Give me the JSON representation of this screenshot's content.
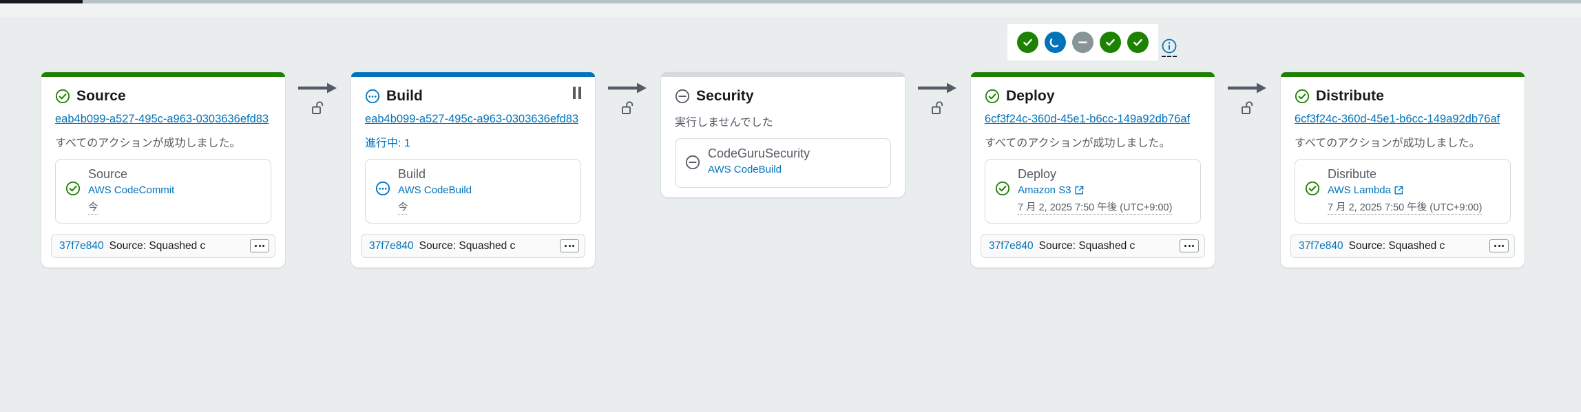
{
  "status_cluster": {
    "badges": [
      {
        "name": "stage-status-source",
        "state": "succeeded",
        "icon": "check-circle-icon",
        "color": "#1d8102"
      },
      {
        "name": "stage-status-build",
        "state": "in-progress",
        "icon": "in-progress-circle-icon",
        "color": "#0073bb"
      },
      {
        "name": "stage-status-security",
        "state": "not-run",
        "icon": "minus-circle-icon",
        "color": "#879596"
      },
      {
        "name": "stage-status-deploy",
        "state": "succeeded",
        "icon": "check-circle-icon",
        "color": "#1d8102"
      },
      {
        "name": "stage-status-distribute",
        "state": "succeeded",
        "icon": "check-circle-icon",
        "color": "#1d8102"
      }
    ],
    "info_icon": "info-circle-icon"
  },
  "colors": {
    "success": "#1d8102",
    "in_progress": "#0073bb",
    "not_run": "#879596",
    "link": "#0073bb",
    "text": "#16191f",
    "muted": "#545b64",
    "page_bg": "#e9edee",
    "card_bg": "#ffffff"
  },
  "stages": [
    {
      "id": "source",
      "title": "Source",
      "status": "succeeded",
      "top_bar_color": "#1d8102",
      "status_icon": "check-circle-icon",
      "execution_id": "eab4b099-a527-495c-a963-0303636efd83",
      "summary": "すべてのアクションが成功しました。",
      "summary_style": "muted",
      "action": {
        "name": "Source",
        "provider": "AWS CodeCommit",
        "status_icon": "check-circle-icon",
        "status": "succeeded",
        "time": "今",
        "external_link": false
      },
      "footer": {
        "commit_hash": "37f7e840",
        "commit_message": "Source: Squashed c",
        "more_label": "more-actions"
      },
      "has_pause": false
    },
    {
      "id": "build",
      "title": "Build",
      "status": "in-progress",
      "top_bar_color": "#0073bb",
      "status_icon": "in-progress-circle-icon",
      "execution_id": "eab4b099-a527-495c-a963-0303636efd83",
      "summary": "進行中: 1",
      "summary_style": "progress",
      "action": {
        "name": "Build",
        "provider": "AWS CodeBuild",
        "status_icon": "in-progress-circle-icon",
        "status": "in-progress",
        "time": "今",
        "external_link": false
      },
      "footer": {
        "commit_hash": "37f7e840",
        "commit_message": "Source: Squashed c",
        "more_label": "more-actions"
      },
      "has_pause": true
    },
    {
      "id": "security",
      "title": "Security",
      "status": "not-run",
      "top_bar_color": "#d5dbdb",
      "status_icon": "minus-circle-icon",
      "execution_id": "",
      "summary": "実行しませんでした",
      "summary_style": "muted",
      "action": {
        "name": "CodeGuruSecurity",
        "provider": "AWS CodeBuild",
        "status_icon": "minus-circle-icon",
        "status": "not-run",
        "time": "",
        "external_link": false
      },
      "footer": null,
      "has_pause": false
    },
    {
      "id": "deploy",
      "title": "Deploy",
      "status": "succeeded",
      "top_bar_color": "#1d8102",
      "status_icon": "check-circle-icon",
      "execution_id": "6cf3f24c-360d-45e1-b6cc-149a92db76af",
      "summary": "すべてのアクションが成功しました。",
      "summary_style": "muted",
      "action": {
        "name": "Deploy",
        "provider": "Amazon S3",
        "status_icon": "check-circle-icon",
        "status": "succeeded",
        "time": "7 月 2, 2025 7:50 午後 (UTC+9:00)",
        "external_link": true
      },
      "footer": {
        "commit_hash": "37f7e840",
        "commit_message": "Source: Squashed c",
        "more_label": "more-actions"
      },
      "has_pause": false
    },
    {
      "id": "distribute",
      "title": "Distribute",
      "status": "succeeded",
      "top_bar_color": "#1d8102",
      "status_icon": "check-circle-icon",
      "execution_id": "6cf3f24c-360d-45e1-b6cc-149a92db76af",
      "summary": "すべてのアクションが成功しました。",
      "summary_style": "muted",
      "action": {
        "name": "Disribute",
        "provider": "AWS Lambda",
        "status_icon": "check-circle-icon",
        "status": "succeeded",
        "time": "7 月 2, 2025 7:50 午後 (UTC+9:00)",
        "external_link": true
      },
      "footer": {
        "commit_hash": "37f7e840",
        "commit_message": "Source: Squashed c",
        "more_label": "more-actions"
      },
      "has_pause": false
    }
  ],
  "connectors": [
    {
      "name": "connector-source-build",
      "icon": "unlock-icon"
    },
    {
      "name": "connector-build-security",
      "icon": "unlock-icon"
    },
    {
      "name": "connector-security-deploy",
      "icon": "unlock-icon"
    },
    {
      "name": "connector-deploy-distribute",
      "icon": "unlock-icon"
    }
  ]
}
